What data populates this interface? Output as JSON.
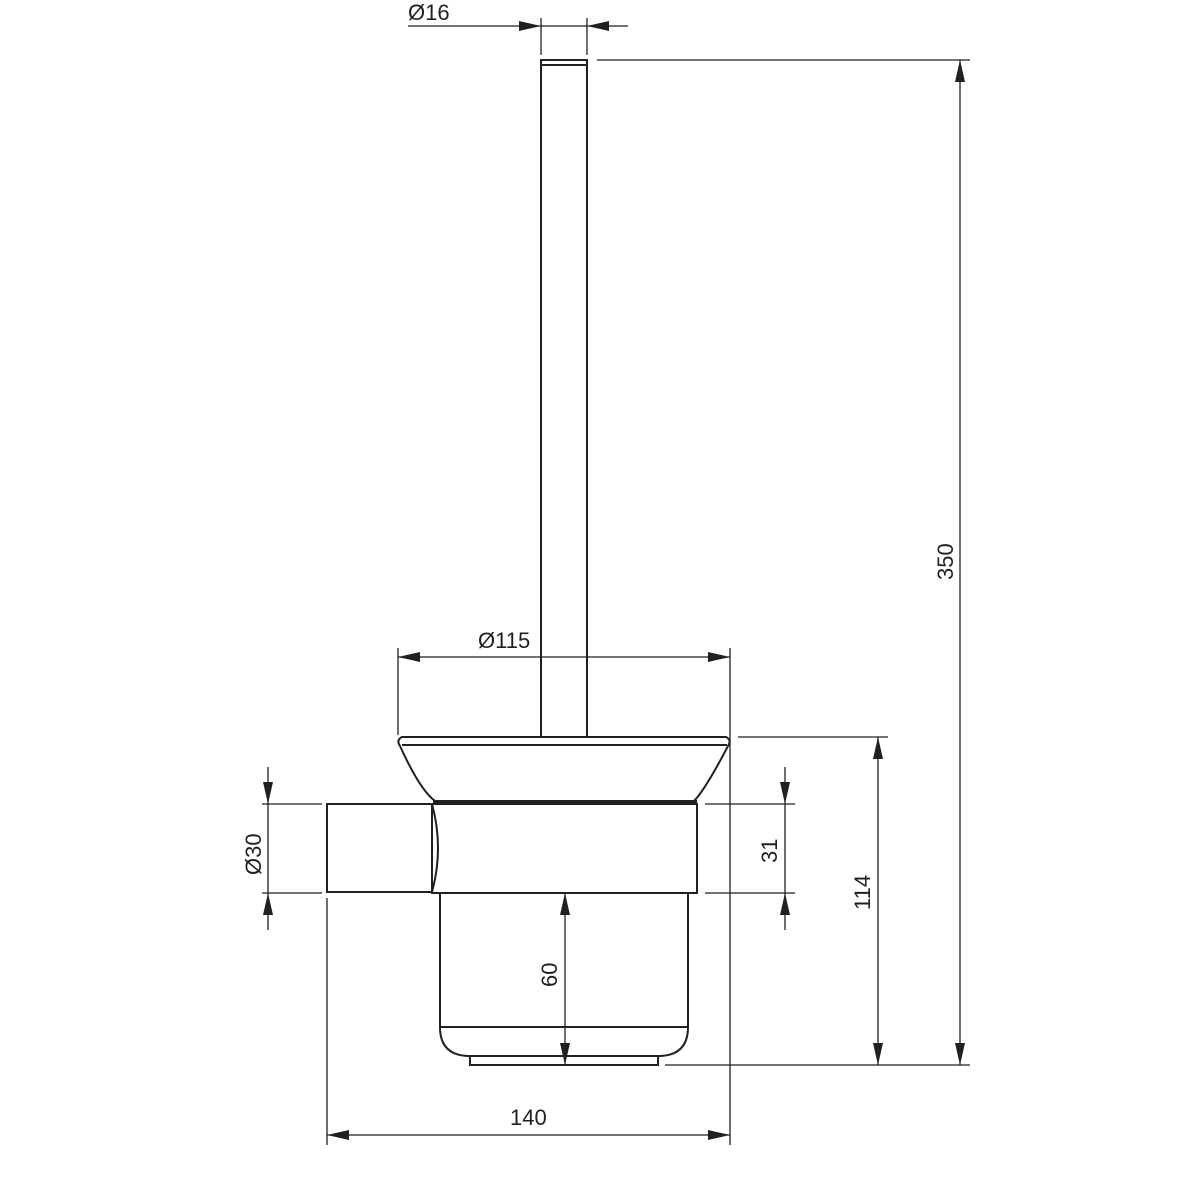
{
  "drawing": {
    "title": "Toilet brush holder technical drawing",
    "dimensions": {
      "handle_diameter": "Ø16",
      "bowl_diameter": "Ø115",
      "total_height": "350",
      "holder_height": "114",
      "band_height": "31",
      "arm_diameter": "Ø30",
      "cup_depth": "60",
      "total_depth": "140"
    },
    "line_color": "#231f20"
  }
}
